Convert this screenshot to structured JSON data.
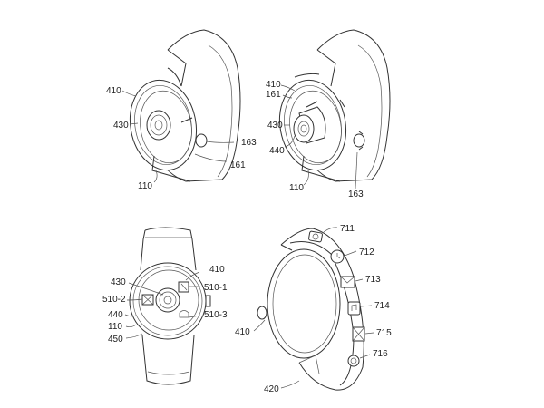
{
  "figures": [
    {
      "id": "fig-top-left",
      "description": "Perspective view of wrist-wearable device with rotatable bezel",
      "labels": [
        "410",
        "430",
        "163",
        "161",
        "110"
      ]
    },
    {
      "id": "fig-top-right",
      "description": "Perspective view with protruding central lens and rotation arrows",
      "labels": [
        "410",
        "161",
        "430",
        "440",
        "110",
        "163"
      ]
    },
    {
      "id": "fig-bottom-left",
      "description": "Front view of watch face with icons",
      "labels": [
        "430",
        "410",
        "510-1",
        "510-2",
        "440",
        "110",
        "450",
        "510-3"
      ]
    },
    {
      "id": "fig-bottom-right",
      "description": "Perspective view of band with icon display",
      "labels": [
        "711",
        "712",
        "713",
        "714",
        "715",
        "716",
        "410",
        "420"
      ]
    }
  ],
  "labels": {
    "tl_410": "410",
    "tl_430": "430",
    "tl_163": "163",
    "tl_161": "161",
    "tl_110": "110",
    "tr_410": "410",
    "tr_161": "161",
    "tr_430": "430",
    "tr_440": "440",
    "tr_110": "110",
    "tr_163": "163",
    "bl_430": "430",
    "bl_410": "410",
    "bl_5101": "510-1",
    "bl_5102": "510-2",
    "bl_440": "440",
    "bl_110": "110",
    "bl_450": "450",
    "bl_5103": "510-3",
    "br_711": "711",
    "br_712": "712",
    "br_713": "713",
    "br_714": "714",
    "br_715": "715",
    "br_716": "716",
    "br_410": "410",
    "br_420": "420"
  }
}
